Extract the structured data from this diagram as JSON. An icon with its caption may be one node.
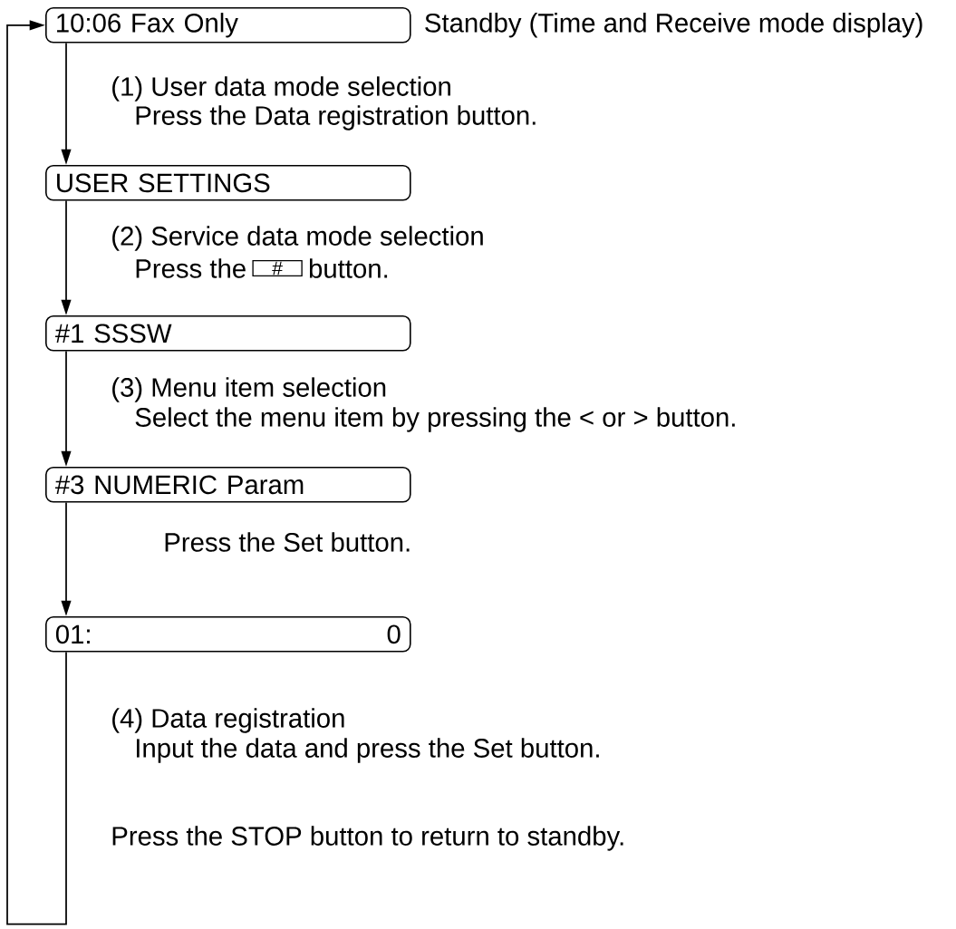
{
  "diagram": {
    "nodes": [
      {
        "text": [
          "10:06 Fax Only"
        ],
        "beside": [
          "Standby (Time and Receive mode display)"
        ]
      },
      {
        "text": [
          "USER SETTINGS"
        ]
      },
      {
        "text": [
          "#1 SSSW"
        ]
      },
      {
        "text": [
          "#3 NUMERIC Param"
        ]
      },
      {
        "text": [
          "01:",
          "0"
        ]
      }
    ],
    "edges": [
      {
        "from": 0,
        "to": 1,
        "arrow": "to"
      },
      {
        "from": 1,
        "to": 2,
        "arrow": "to"
      },
      {
        "from": 2,
        "to": 3,
        "arrow": "to"
      },
      {
        "from": 3,
        "to": 4,
        "arrow": "to"
      },
      {
        "from": 4,
        "to": 0,
        "arrow": "to"
      }
    ],
    "labels": [
      "(1) User data mode selection",
      "Press the Data registration button.",
      "(2) Service data mode selection",
      "Press the",
      "#",
      "button.",
      "(3) Menu item selection",
      "Select the menu item by pressing the < or > button.",
      "Press the Set button.",
      "(4) Data registration",
      "Input the data and press the Set button.",
      "Press the STOP button to return to standby."
    ]
  }
}
